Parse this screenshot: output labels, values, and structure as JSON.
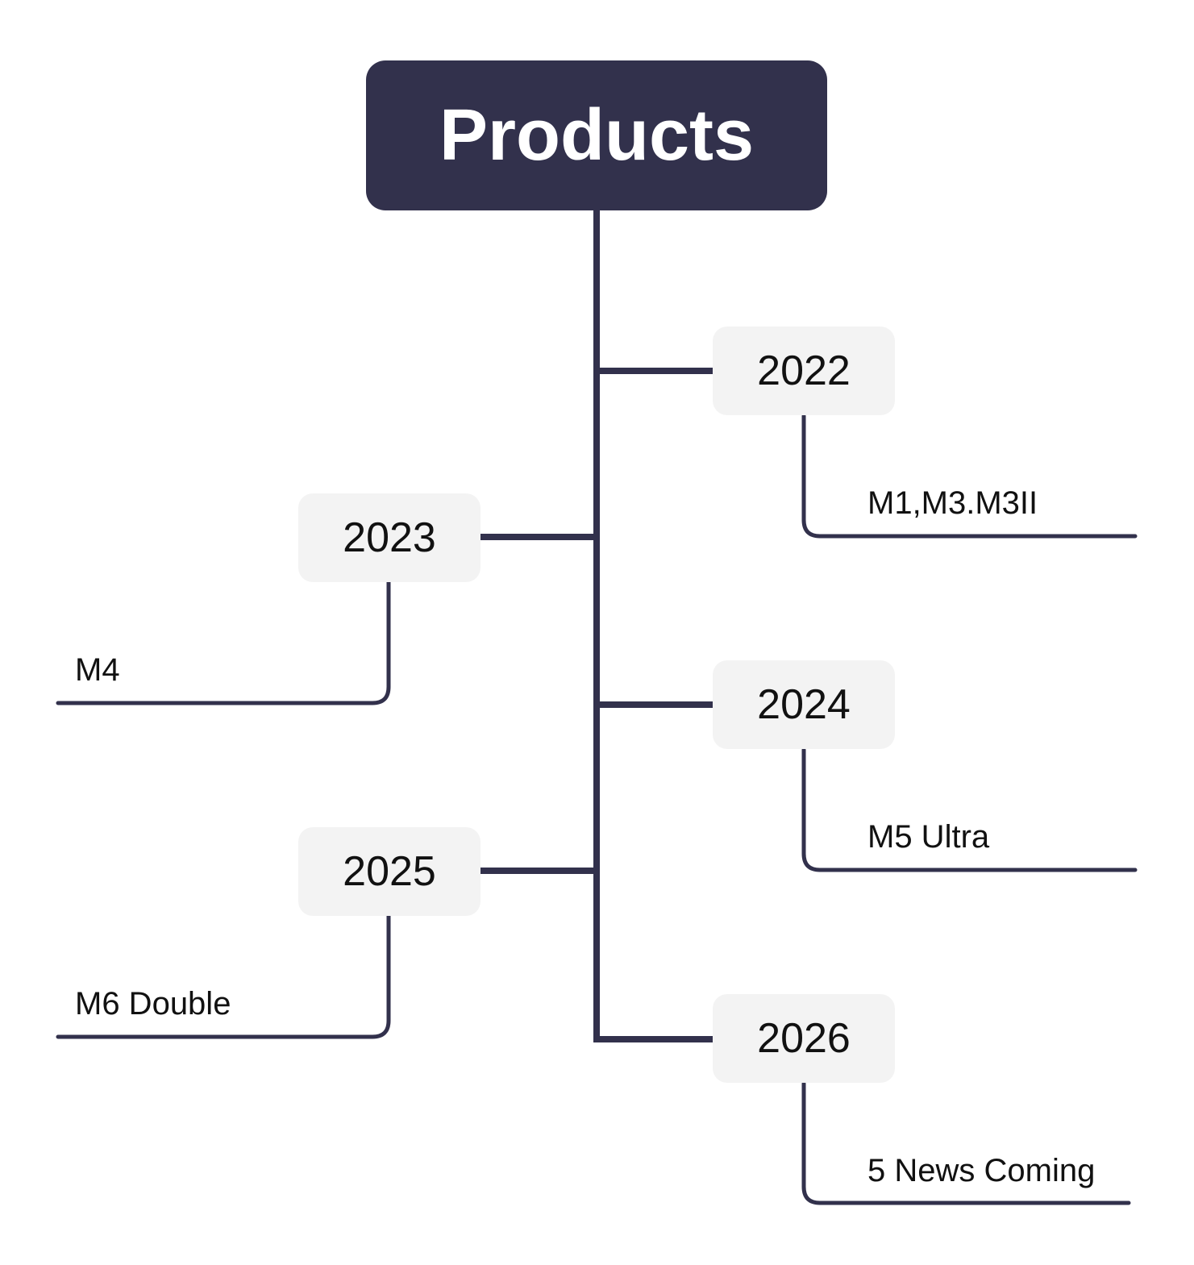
{
  "colors": {
    "root_fill": "#32314c",
    "root_text": "#ffffff",
    "year_fill": "#f3f3f3",
    "line": "#32314c",
    "text": "#111111"
  },
  "root": {
    "label": "Products"
  },
  "branches": [
    {
      "id": "2022",
      "year": "2022",
      "products": "M1,M3.M3II"
    },
    {
      "id": "2023",
      "year": "2023",
      "products": "M4"
    },
    {
      "id": "2024",
      "year": "2024",
      "products": "M5 Ultra"
    },
    {
      "id": "2025",
      "year": "2025",
      "products": "M6 Double"
    },
    {
      "id": "2026",
      "year": "2026",
      "products": "5 News Coming"
    }
  ]
}
